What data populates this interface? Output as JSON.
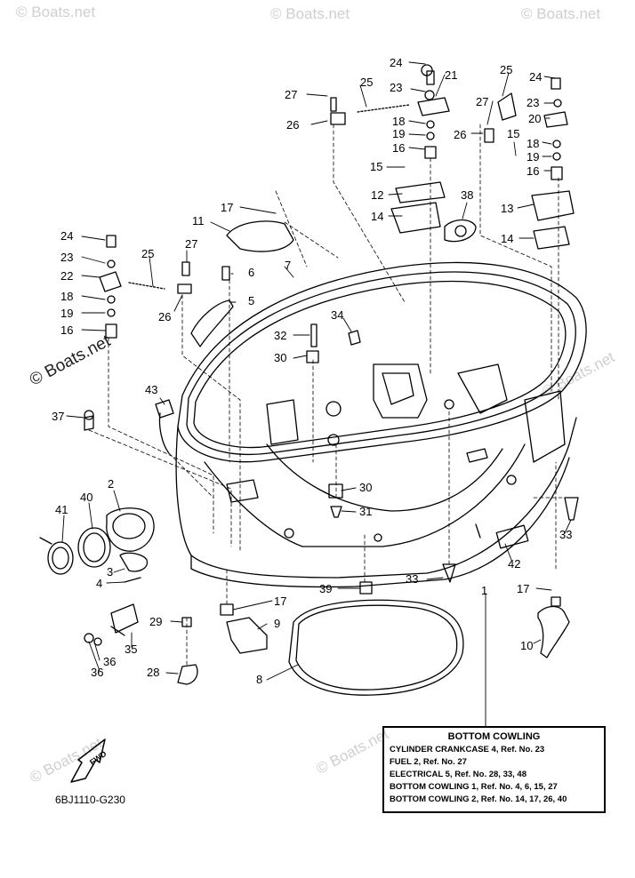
{
  "watermarks": {
    "top": [
      "© Boats.net",
      "© Boats.net",
      "© Boats.net"
    ],
    "middle": "© Boats.net",
    "right": "© Boats.net",
    "bottom": [
      "© Boats.net",
      "© Boats.net"
    ]
  },
  "callouts": [
    "24",
    "23",
    "21",
    "27",
    "25",
    "18",
    "19",
    "16",
    "26",
    "15",
    "12",
    "14",
    "38",
    "25",
    "24",
    "23",
    "27",
    "20",
    "26",
    "15",
    "18",
    "19",
    "16",
    "13",
    "14",
    "17",
    "11",
    "24",
    "23",
    "22",
    "18",
    "19",
    "16",
    "27",
    "25",
    "26",
    "6",
    "5",
    "7",
    "34",
    "32",
    "30",
    "43",
    "37",
    "2",
    "40",
    "41",
    "3",
    "4",
    "30",
    "31",
    "33",
    "42",
    "1",
    "39",
    "17",
    "9",
    "29",
    "35",
    "36",
    "36",
    "28",
    "8",
    "17",
    "10",
    "33"
  ],
  "legend": {
    "title": "BOTTOM COWLING",
    "lines": [
      "CYLINDER CRANKCASE 4,  Ref. No. 23",
      "FUEL 2,  Ref. No. 27",
      "ELECTRICAL 5,  Ref. No. 28, 33, 48",
      "BOTTOM COWLING 1,  Ref. No. 4, 6, 15, 27",
      "BOTTOM COWLING 2,  Ref. No. 14, 17, 26, 40"
    ]
  },
  "fwd_label": "FWD",
  "ref_code": "6BJ1110-G230"
}
